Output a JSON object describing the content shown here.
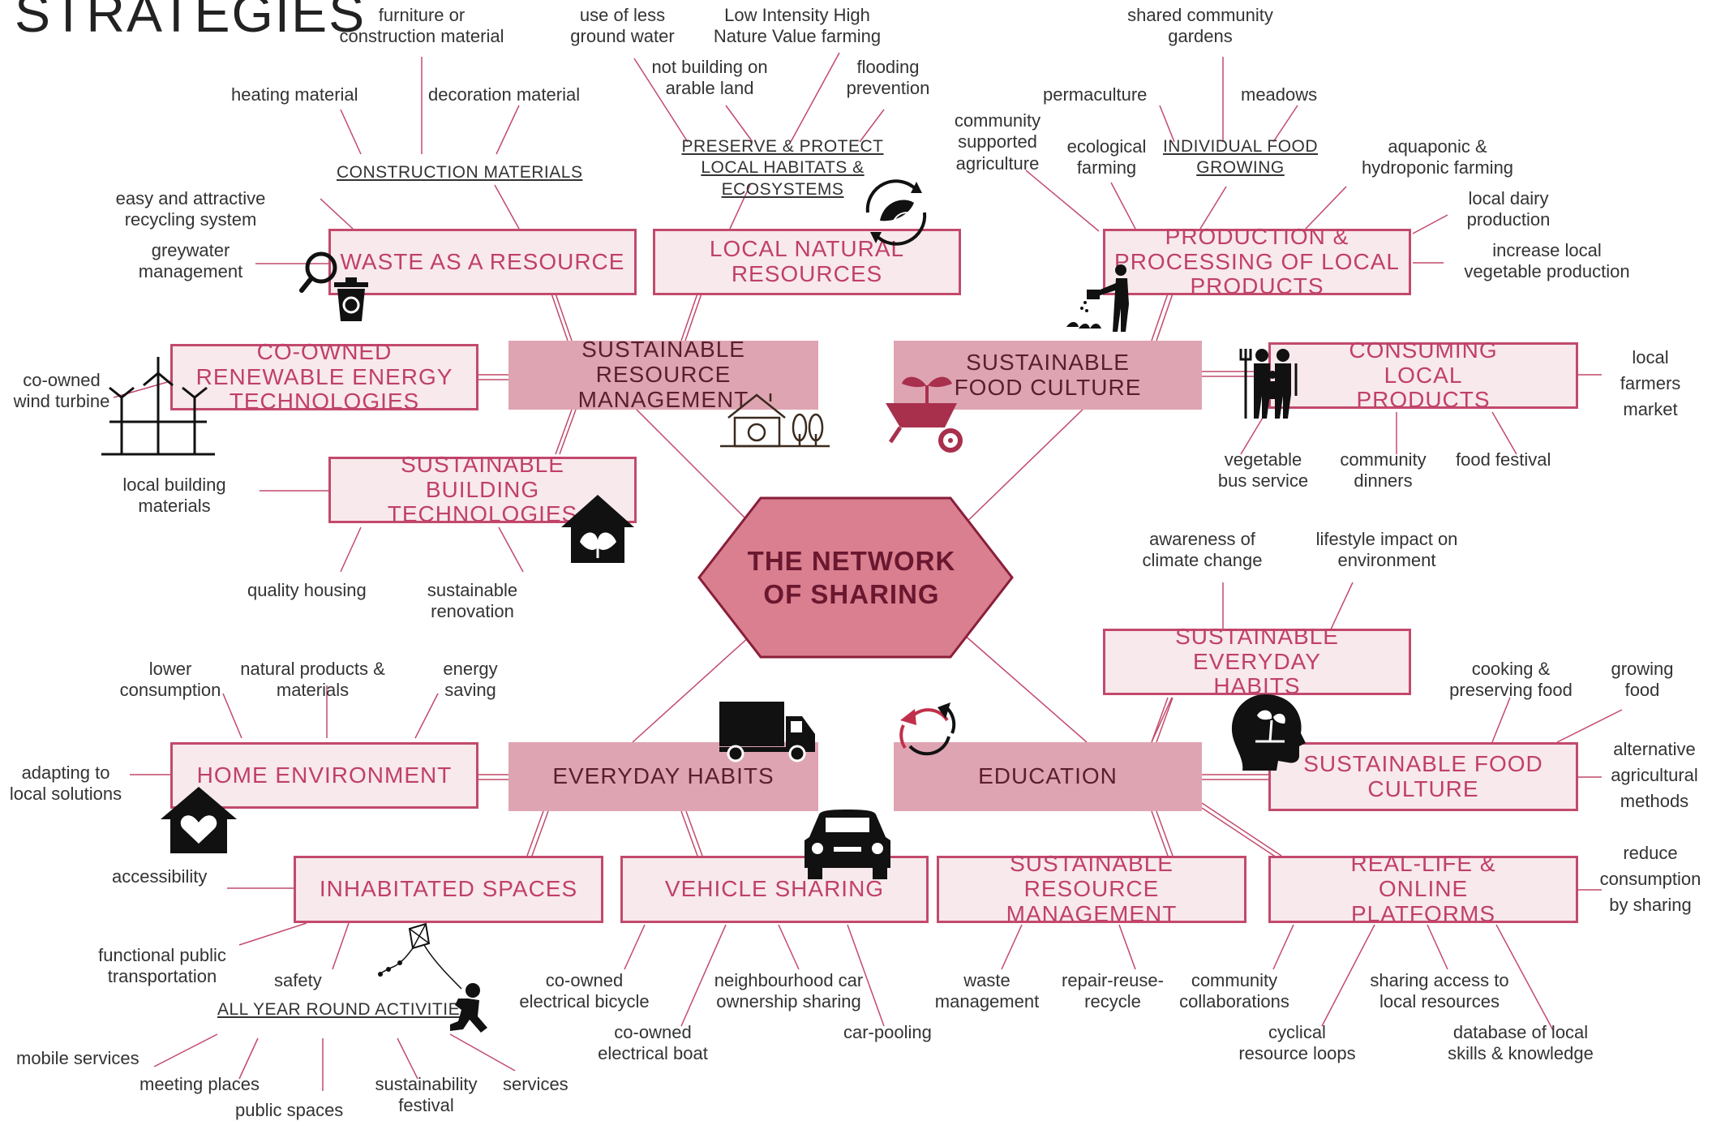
{
  "title": "STRATEGIES",
  "center": {
    "line1": "THE NETWORK",
    "line2": "OF SHARING"
  },
  "main_boxes": {
    "resource": "SUSTAINABLE RESOURCE MANAGEMENT",
    "food": "SUSTAINABLE FOOD CULTURE",
    "habits": "EVERYDAY HABITS",
    "education": "EDUCATION"
  },
  "sub_boxes": {
    "waste": "WASTE AS A RESOURCE",
    "natural": "LOCAL NATURAL RESOURCES",
    "renewable": "CO-OWNED RENEWABLE ENERGY TECHNOLOGIES",
    "building": "SUSTAINABLE BUILDING TECHNOLOGIES",
    "production": "PRODUCTION & PROCESSING OF LOCAL PRODUCTS",
    "consuming": "CONSUMING LOCAL PRODUCTS",
    "home": "HOME ENVIRONMENT",
    "inhabitated": "INHABITATED SPACES",
    "vehicle": "VEHICLE SHARING",
    "sus_resource": "SUSTAINABLE RESOURCE MANAGEMENT",
    "platforms": "REAL-LIFE & ONLINE PLATFORMS",
    "everyday": "SUSTAINABLE EVERYDAY HABITS",
    "food_culture": "SUSTAINABLE FOOD CULTURE"
  },
  "underlined": {
    "construction": "CONSTRUCTION MATERIALS",
    "preserve": "PRESERVE & PROTECT LOCAL HABITATS & ECOSYSTEMS",
    "individual": "INDIVIDUAL FOOD GROWING",
    "allyear": "ALL YEAR ROUND ACTIVITIES"
  },
  "labels": {
    "furniture": "furniture or construction material",
    "heating": "heating material",
    "decoration": "decoration material",
    "less_water": "use of less ground water",
    "low_intensity": "Low Intensity High Nature Value farming",
    "not_building": "not building on arable land",
    "flooding": "flooding prevention",
    "shared_gardens": "shared community gardens",
    "permaculture": "permaculture",
    "meadows": "meadows",
    "csa": "community supported agriculture",
    "ecological": "ecological farming",
    "aquaponic": "aquaponic & hydroponic farming",
    "dairy": "local dairy production",
    "veg_production": "increase local vegetable production",
    "recycling": "easy and attractive recycling system",
    "greywater": "greywater management",
    "wind": "co-owned wind turbine",
    "local_building": "local building materials",
    "quality_housing": "quality housing",
    "renovation": "sustainable renovation",
    "farmers_market": "local farmers market",
    "veg_bus": "vegetable bus service",
    "community_dinners": "community dinners",
    "food_festival": "food festival",
    "awareness": "awareness of climate change",
    "lifestyle": "lifestyle impact on environment",
    "cooking": "cooking & preserving food",
    "growing": "growing food",
    "alternative": "alternative agricultural methods",
    "reduce": "reduce consumption by sharing",
    "lower": "lower consumption",
    "natural_products": "natural products & materials",
    "energy": "energy saving",
    "adapting": "adapting to local solutions",
    "accessibility": "accessibility",
    "transport": "functional public transportation",
    "safety": "safety",
    "mobile": "mobile services",
    "meeting": "meeting places",
    "public_spaces": "public spaces",
    "sus_festival": "sustainability festival",
    "services": "services",
    "bicycle": "co-owned electrical bicycle",
    "boat": "co-owned electrical boat",
    "neighbourhood": "neighbourhood car ownership sharing",
    "carpooling": "car-pooling",
    "waste_mgmt": "waste management",
    "repair": "repair-reuse-recycle",
    "community_collab": "community collaborations",
    "cyclical": "cyclical resource loops",
    "sharing_access": "sharing access to local resources",
    "database": "database of local skills & knowledge"
  },
  "icons": [
    "magnifier-recycle-bin-icon",
    "leaf-cycle-icon",
    "wind-turbines-icon",
    "eco-house-icon",
    "leaf-house-icon",
    "farmer-watering-icon",
    "wheelbarrow-plant-icon",
    "family-icon",
    "truck-icon",
    "refresh-arrows-icon",
    "mind-plant-head-icon",
    "home-heart-icon",
    "car-icon",
    "child-kite-icon"
  ],
  "colors": {
    "accent": "#c0406a",
    "box_fill": "#f8e9ec",
    "main_fill": "#dfa4b2",
    "hex_fill": "#d97f8f",
    "hex_border": "#8a1e3a"
  }
}
